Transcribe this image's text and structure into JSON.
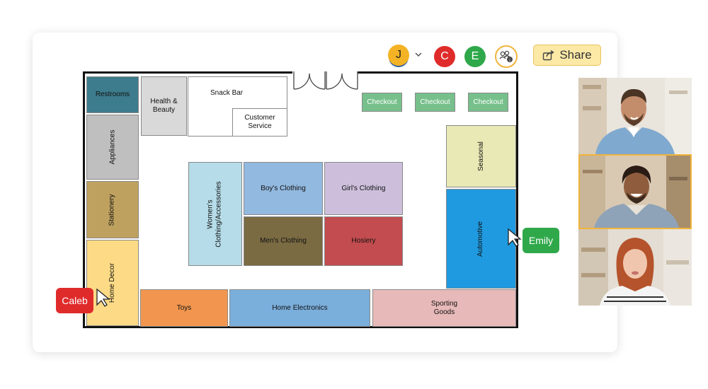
{
  "toolbar": {
    "avatars": [
      {
        "initial": "J",
        "color": "#f4b324"
      },
      {
        "initial": "C",
        "color": "#e02b2b"
      },
      {
        "initial": "E",
        "color": "#2fa84a"
      }
    ],
    "chevron_icon": "chevron-down-icon",
    "participants_icon": "participants-info-icon",
    "share_label": "Share",
    "share_icon": "share-icon"
  },
  "floorplan": {
    "rooms": {
      "restrooms": "Restrooms",
      "health_beauty": "Health & Beauty",
      "snack_bar": "Snack Bar",
      "customer_service": "Customer Service",
      "checkout_1": "Checkout",
      "checkout_2": "Checkout",
      "checkout_3": "Checkout",
      "appliances": "Appliances",
      "stationery": "Stationery",
      "home_decor": "Home Decor",
      "womens_clothing": "Women's Clothing/Accessories",
      "boys_clothing": "Boy's Clothing",
      "girls_clothing": "Girl's Clothing",
      "mens_clothing": "Men's Clothing",
      "hosiery": "Hosiery",
      "seasonal": "Seasonal",
      "automotive": "Automotive",
      "toys": "Toys",
      "home_electronics": "Home Electronics",
      "sporting_goods": "Sporting Goods"
    },
    "colors": {
      "restrooms": "#3d7c8d",
      "health_beauty": "#d9d9d9",
      "checkout": "#77c08b",
      "appliances": "#bfbfbf",
      "stationery": "#bfa15f",
      "home_decor": "#fddb86",
      "womens_clothing": "#b5dce8",
      "boys_clothing": "#92b9df",
      "girls_clothing": "#cdbfdc",
      "mens_clothing": "#7b6b43",
      "hosiery": "#c24c4f",
      "seasonal": "#e8e9b5",
      "automotive": "#1f9ae0",
      "toys": "#f2964f",
      "home_electronics": "#7aaedb",
      "sporting_goods": "#e8b9b9"
    }
  },
  "collaborators": {
    "caleb": "Caleb",
    "emily": "Emily"
  },
  "video_tiles": [
    {
      "person": "man-smiling-denim-shirt"
    },
    {
      "person": "man-smiling-curly-hair"
    },
    {
      "person": "woman-red-hair"
    }
  ]
}
